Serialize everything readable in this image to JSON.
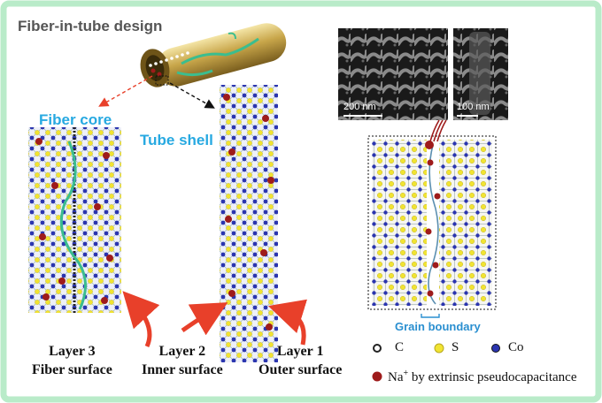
{
  "title": "Fiber-in-tube design",
  "labels": {
    "fiber_core": "Fiber core",
    "tube_shell": "Tube shell",
    "grain_boundary": "Grain boundary"
  },
  "layers": [
    {
      "name": "Layer 3",
      "desc": "Fiber surface"
    },
    {
      "name": "Layer 2",
      "desc": "Inner surface"
    },
    {
      "name": "Layer 1",
      "desc": "Outer surface"
    }
  ],
  "scale_bars": [
    "200 nm",
    "100 nm"
  ],
  "legend": {
    "carbon": "C",
    "sulfur": "S",
    "cobalt": "Co",
    "sodium": "Na",
    "sodium_sup": "+",
    "sodium_desc": " by extrinsic pseudocapacitance"
  },
  "colors": {
    "frame": "#b9ebc9",
    "accent_text": "#27a9e1",
    "sulfur": "#f1e432",
    "cobalt": "#2b35b0",
    "carbon": "#222222",
    "sodium": "#9e1b1b",
    "arrow": "#e8402a",
    "path": "#3bbd8f",
    "tube": "#c8a64a"
  },
  "icons": [
    "curved-arrow-icon",
    "dashed-arrow-icon"
  ]
}
